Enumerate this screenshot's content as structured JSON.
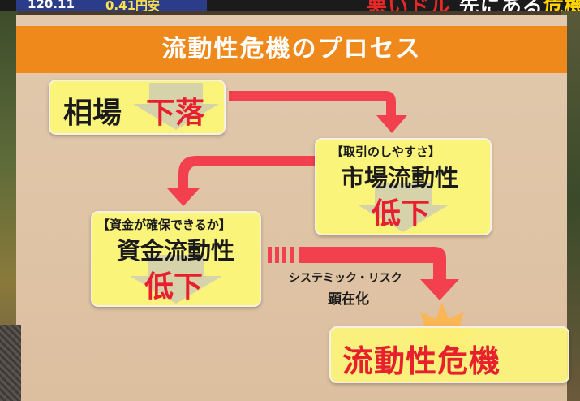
{
  "ticker": {
    "value1": "120.11",
    "value2": "0.41円安",
    "headline_red": "悪いドル",
    "headline_white": "先にある",
    "headline_yellow": "危機"
  },
  "diagram": {
    "title": "流動性危機のプロセス",
    "nodes": {
      "market_drop": {
        "label_black": "相場",
        "label_red": "下落"
      },
      "market_liquidity": {
        "sub_label": "【取引のしやすさ】",
        "label": "市場流動性",
        "label_red": "低下"
      },
      "funding_liquidity": {
        "sub_label": "【資金が確保できるか】",
        "label": "資金流動性",
        "label_red": "低下"
      },
      "liquidity_crisis": {
        "label": "流動性危機"
      }
    },
    "systemic_risk": {
      "line1": "システミック・リスク",
      "line2": "顕在化"
    }
  },
  "colors": {
    "title_bar": "#f0891c",
    "box_fill": "#fbf47a",
    "arrow": "#f2404f",
    "text_red": "#e8202e",
    "board": "#e2c9ad"
  }
}
